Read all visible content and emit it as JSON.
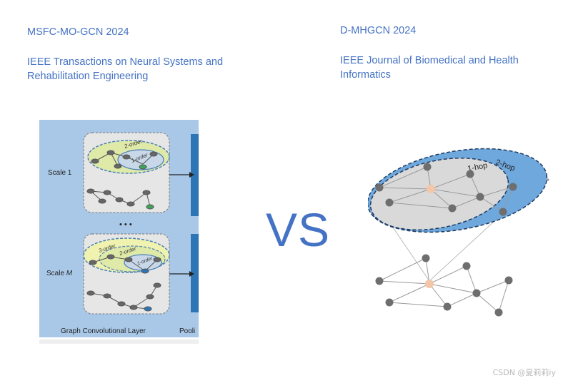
{
  "left_paper": {
    "title": "MSFC-MO-GCN 2024",
    "venue": "IEEE Transactions on Neural Systems and Rehabilitation Engineering",
    "figure": {
      "scale1_label": "Scale 1",
      "scale_m_prefix": "Scale ",
      "scale_m_var": "M",
      "order2_label": "2-order",
      "order1_label": "1-order",
      "order3_label": "3-order",
      "order2b_label": "2-order",
      "order1b_label": "1-order",
      "dots": "• • •",
      "gcl_label": "Graph Convolutional Layer",
      "pool_label": "Pooli",
      "panel_color": "#a9c8e8",
      "box_color": "#2e75b6"
    }
  },
  "separator": "VS",
  "right_paper": {
    "title": "D-MHGCN 2024",
    "venue": "IEEE Journal of Biomedical and Health Informatics",
    "figure": {
      "hop1_label": "1-hop",
      "hop2_label": "2-hop",
      "hop2_color": "#6fa8dc",
      "hop1_color": "#d9d9d9",
      "center_node_color": "#f4c6a8",
      "node_color": "#6e6e6e"
    }
  },
  "watermark": "CSDN @夏莉莉iy"
}
